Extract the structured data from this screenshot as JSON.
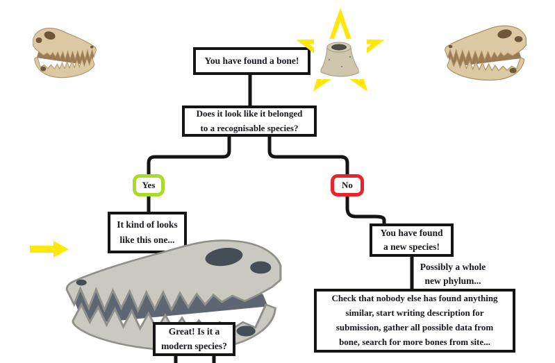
{
  "flowchart": {
    "start": {
      "label": "You have found a bone!"
    },
    "question1": {
      "line1": "Does it look like it belonged",
      "line2": "to a recognisable species?"
    },
    "yes": {
      "label": "Yes"
    },
    "no": {
      "label": "No"
    },
    "looks_like": {
      "line1": "It kind of looks",
      "line2": "like this one..."
    },
    "question2": {
      "line1": "Great! Is it a",
      "line2": "modern species?"
    },
    "new_species": {
      "line1": "You have found",
      "line2": "a new species!"
    },
    "phylum_note": {
      "line1": "Possibly a whole",
      "line2": "new phylum..."
    },
    "instructions": {
      "line1": "Check that nobody else has found anything",
      "line2": "similar, start writing description for",
      "line3": "submission, gather all possible data from",
      "line4": "bone, search for more bones from site..."
    }
  },
  "images": {
    "top_left_skull": "crocodile-skull-facing-right",
    "top_right_skull": "crocodile-skull-facing-left",
    "big_skull": "large-gray-crocodile-skull-facing-left",
    "star": "yellow-star-outline",
    "bone": "bone-fragment",
    "arrow": "yellow-arrow-pointing-right"
  },
  "colors": {
    "box_border": "#141414",
    "connector": "#141414",
    "text": "#17171f",
    "yes_border": "#a8dc28",
    "no_border": "#e8242a",
    "star_yellow": "#ffe70a",
    "arrow_yellow": "#ffe70a",
    "skull_tan": "#dcc8a2",
    "skull_gray": "#c9c9c2"
  }
}
